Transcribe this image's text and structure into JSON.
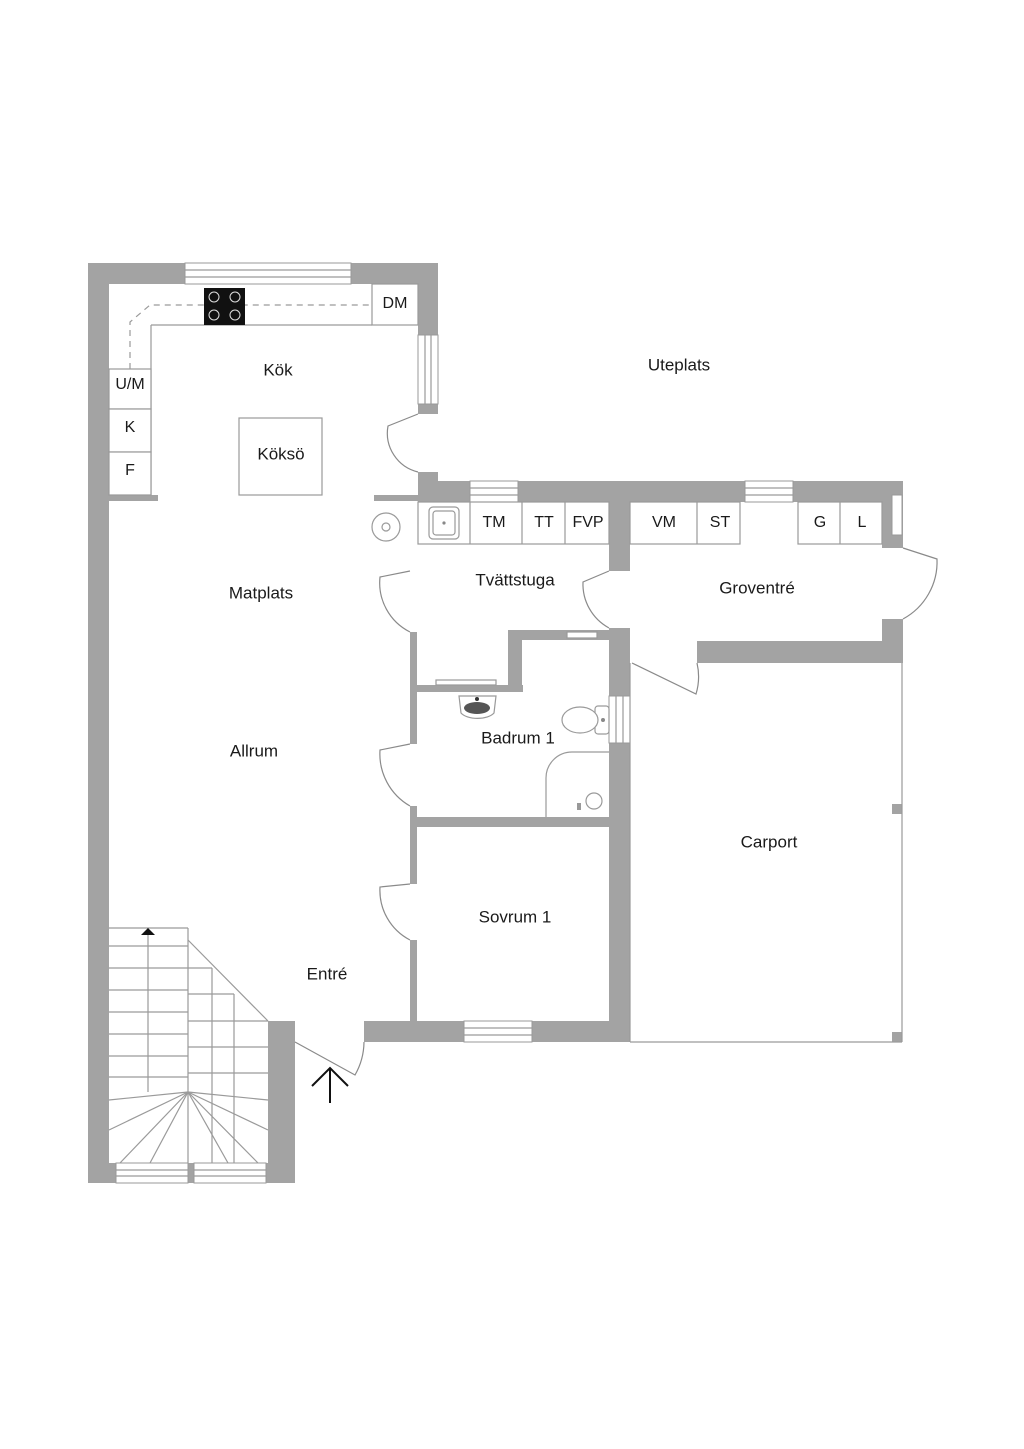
{
  "rooms": {
    "kok": "Kök",
    "koksö": "Köksö",
    "matplats": "Matplats",
    "allrum": "Allrum",
    "entre": "Entré",
    "uteplats": "Uteplats",
    "tvattstuga": "Tvättstuga",
    "groventre": "Groventré",
    "badrum": "Badrum 1",
    "sovrum": "Sovrum 1",
    "carport": "Carport"
  },
  "appliances": {
    "dm": "DM",
    "um": "U/M",
    "k": "K",
    "f": "F",
    "tm": "TM",
    "tt": "TT",
    "fvp": "FVP",
    "vm": "VM",
    "st": "ST",
    "g": "G",
    "l": "L"
  },
  "icons": {
    "entrance": "arrow-up-icon",
    "stairs_direction": "triangle-up-icon",
    "stove": "cooktop-icon",
    "sink": "sink-icon",
    "washbasin": "washbasin-icon",
    "toilet": "toilet-icon",
    "drain": "floor-drain-icon"
  },
  "colors": {
    "wall": "#a3a3a3",
    "background": "#ffffff",
    "text": "#1a1a1a"
  }
}
